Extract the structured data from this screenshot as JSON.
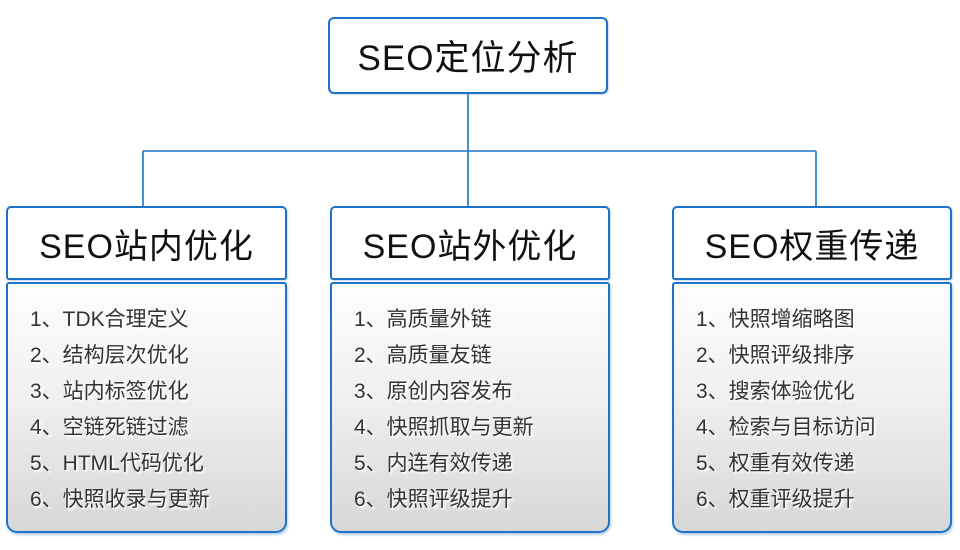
{
  "diagram": {
    "root_label": "SEO定位分析",
    "columns": [
      {
        "header": "SEO站内优化",
        "items": [
          "1、TDK合理定义",
          "2、结构层次优化",
          "3、站内标签优化",
          "4、空链死链过滤",
          "5、HTML代码优化",
          "6、快照收录与更新"
        ]
      },
      {
        "header": "SEO站外优化",
        "items": [
          "1、高质量外链",
          "2、高质量友链",
          "3、原创内容发布",
          "4、快照抓取与更新",
          "5、内连有效传递",
          "6、快照评级提升"
        ]
      },
      {
        "header": "SEO权重传递",
        "items": [
          "1、快照增缩略图",
          "2、快照评级排序",
          "3、搜索体验优化",
          "4、检索与目标访问",
          "5、权重有效传递",
          "6、权重评级提升"
        ]
      }
    ],
    "colors": {
      "accent_blue": "#1b74c9",
      "list_gradient_top": "#fefefe",
      "list_gradient_bottom": "#d7d7d7",
      "text_dark": "#333333"
    }
  }
}
